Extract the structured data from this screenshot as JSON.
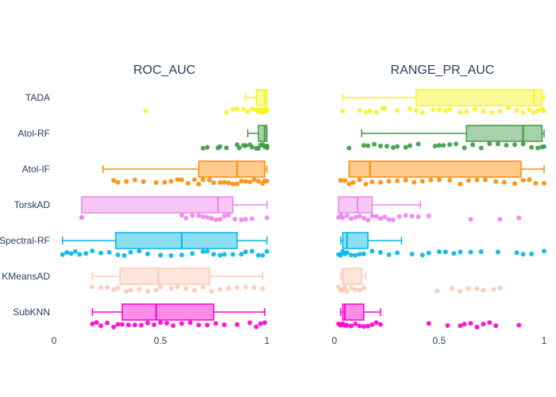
{
  "chart_data": {
    "type": "box",
    "categories": [
      "TADA",
      "Atol-RF",
      "Atol-IF",
      "TorskAD",
      "Spectral-RF",
      "KMeansAD",
      "SubKNN"
    ],
    "colors": [
      "#f5f520",
      "#3d9a45",
      "#ff8c00",
      "#ee82ee",
      "#00b5e5",
      "#ffc8b4",
      "#ff00cc"
    ],
    "xlim": [
      0,
      1
    ],
    "x_ticks": [
      0,
      0.5,
      1
    ],
    "x_tick_labels": [
      "0",
      "0.5",
      "1"
    ],
    "panels": [
      {
        "title": "ROC_AUC",
        "boxes": [
          {
            "name": "TADA",
            "min": 0.9,
            "q1": 0.95,
            "median": 0.99,
            "q3": 1.0,
            "max": 1.0,
            "points": [
              0.43,
              0.81,
              0.84,
              0.86,
              0.89,
              0.91,
              0.93,
              0.95,
              0.96,
              0.97,
              0.97,
              0.98,
              0.98,
              0.99,
              0.99,
              0.99,
              1.0,
              1.0,
              1.0
            ]
          },
          {
            "name": "Atol-RF",
            "min": 0.91,
            "q1": 0.96,
            "median": 0.99,
            "q3": 1.0,
            "max": 1.0,
            "points": [
              0.7,
              0.72,
              0.77,
              0.78,
              0.81,
              0.86,
              0.87,
              0.89,
              0.9,
              0.92,
              0.93,
              0.95,
              0.96,
              0.97,
              0.98,
              0.99,
              0.99,
              1.0,
              1.0,
              1.0
            ]
          },
          {
            "name": "Atol-IF",
            "min": 0.23,
            "q1": 0.68,
            "median": 0.86,
            "q3": 0.99,
            "max": 1.0,
            "points": [
              0.28,
              0.3,
              0.34,
              0.38,
              0.42,
              0.48,
              0.52,
              0.55,
              0.58,
              0.6,
              0.63,
              0.66,
              0.68,
              0.7,
              0.73,
              0.75,
              0.78,
              0.8,
              0.82,
              0.84,
              0.86,
              0.88,
              0.9,
              0.92,
              0.94,
              0.96,
              0.98,
              0.99,
              1.0
            ]
          },
          {
            "name": "TorskAD",
            "min": 0.13,
            "q1": 0.13,
            "median": 0.77,
            "q3": 0.84,
            "max": 1.0,
            "points": [
              0.13,
              0.13,
              0.6,
              0.62,
              0.65,
              0.68,
              0.7,
              0.72,
              0.74,
              0.76,
              0.78,
              0.8,
              0.82,
              0.85,
              0.88,
              0.9,
              0.93,
              1.0
            ]
          },
          {
            "name": "Spectral-RF",
            "min": 0.04,
            "q1": 0.29,
            "median": 0.6,
            "q3": 0.86,
            "max": 1.0,
            "points": [
              0.04,
              0.06,
              0.08,
              0.1,
              0.12,
              0.15,
              0.18,
              0.22,
              0.26,
              0.3,
              0.33,
              0.36,
              0.4,
              0.44,
              0.5,
              0.55,
              0.6,
              0.65,
              0.7,
              0.72,
              0.75,
              0.78,
              0.8,
              0.84,
              0.88,
              0.9,
              0.93,
              0.96,
              0.98,
              1.0
            ]
          },
          {
            "name": "KMeansAD",
            "min": 0.18,
            "q1": 0.31,
            "median": 0.49,
            "q3": 0.73,
            "max": 0.98,
            "points": [
              0.18,
              0.22,
              0.25,
              0.28,
              0.3,
              0.34,
              0.36,
              0.4,
              0.44,
              0.48,
              0.5,
              0.55,
              0.58,
              0.62,
              0.66,
              0.7,
              0.74,
              0.78,
              0.82,
              0.86,
              0.9,
              0.94,
              0.98
            ]
          },
          {
            "name": "SubKNN",
            "min": 0.18,
            "q1": 0.32,
            "median": 0.48,
            "q3": 0.75,
            "max": 0.99,
            "points": [
              0.18,
              0.2,
              0.22,
              0.25,
              0.28,
              0.3,
              0.32,
              0.35,
              0.38,
              0.41,
              0.44,
              0.47,
              0.5,
              0.53,
              0.56,
              0.6,
              0.64,
              0.68,
              0.72,
              0.76,
              0.8,
              0.86,
              0.92,
              0.95,
              0.97,
              0.99
            ]
          }
        ]
      },
      {
        "title": "RANGE_PR_AUC",
        "boxes": [
          {
            "name": "TADA",
            "min": 0.04,
            "q1": 0.39,
            "median": 0.95,
            "q3": 0.99,
            "max": 1.0,
            "points": [
              0.04,
              0.12,
              0.15,
              0.17,
              0.2,
              0.23,
              0.24,
              0.3,
              0.36,
              0.39,
              0.42,
              0.47,
              0.5,
              0.53,
              0.55,
              0.6,
              0.63,
              0.67,
              0.71,
              0.75,
              0.79,
              0.83,
              0.87,
              0.9,
              0.93,
              0.95,
              0.97,
              0.99,
              1.0
            ]
          },
          {
            "name": "Atol-RF",
            "min": 0.13,
            "q1": 0.63,
            "median": 0.9,
            "q3": 0.99,
            "max": 1.0,
            "points": [
              0.07,
              0.14,
              0.16,
              0.19,
              0.22,
              0.25,
              0.28,
              0.3,
              0.34,
              0.36,
              0.4,
              0.48,
              0.5,
              0.52,
              0.55,
              0.58,
              0.62,
              0.66,
              0.7,
              0.74,
              0.78,
              0.82,
              0.86,
              0.9,
              0.94,
              0.97,
              0.99,
              1.0
            ]
          },
          {
            "name": "Atol-IF",
            "min": 0.07,
            "q1": 0.07,
            "median": 0.17,
            "q3": 0.89,
            "max": 1.0,
            "points": [
              0.03,
              0.05,
              0.07,
              0.09,
              0.12,
              0.15,
              0.18,
              0.22,
              0.26,
              0.3,
              0.34,
              0.38,
              0.42,
              0.46,
              0.5,
              0.55,
              0.6,
              0.64,
              0.68,
              0.72,
              0.77,
              0.81,
              0.86,
              0.9,
              0.93,
              0.96,
              1.0
            ]
          },
          {
            "name": "TorskAD",
            "min": 0.02,
            "q1": 0.02,
            "median": 0.11,
            "q3": 0.18,
            "max": 0.41,
            "points": [
              0.02,
              0.03,
              0.04,
              0.06,
              0.08,
              0.1,
              0.12,
              0.14,
              0.16,
              0.18,
              0.2,
              0.22,
              0.24,
              0.26,
              0.28,
              0.31,
              0.34,
              0.37,
              0.4,
              0.45,
              0.65,
              0.79,
              0.88
            ]
          },
          {
            "name": "Spectral-RF",
            "min": 0.03,
            "q1": 0.04,
            "median": 0.06,
            "q3": 0.16,
            "max": 0.32,
            "points": [
              0.02,
              0.03,
              0.04,
              0.05,
              0.06,
              0.08,
              0.1,
              0.12,
              0.14,
              0.18,
              0.22,
              0.26,
              0.3,
              0.37,
              0.42,
              0.45,
              0.5,
              0.53,
              0.57,
              0.6,
              0.65,
              0.7,
              0.78,
              0.87,
              0.9,
              0.94,
              1.0
            ]
          },
          {
            "name": "KMeansAD",
            "min": 0.03,
            "q1": 0.04,
            "median": 0.04,
            "q3": 0.13,
            "max": 0.15,
            "points": [
              0.02,
              0.03,
              0.04,
              0.05,
              0.06,
              0.08,
              0.1,
              0.12,
              0.14,
              0.49,
              0.56,
              0.6,
              0.64,
              0.68,
              0.71,
              0.76,
              0.79
            ]
          },
          {
            "name": "SubKNN",
            "min": 0.03,
            "q1": 0.04,
            "median": 0.05,
            "q3": 0.14,
            "max": 0.22,
            "points": [
              0.02,
              0.03,
              0.04,
              0.05,
              0.06,
              0.08,
              0.1,
              0.12,
              0.14,
              0.16,
              0.18,
              0.2,
              0.22,
              0.45,
              0.54,
              0.6,
              0.62,
              0.65,
              0.68,
              0.71,
              0.74,
              0.77,
              0.88
            ]
          }
        ]
      }
    ]
  }
}
